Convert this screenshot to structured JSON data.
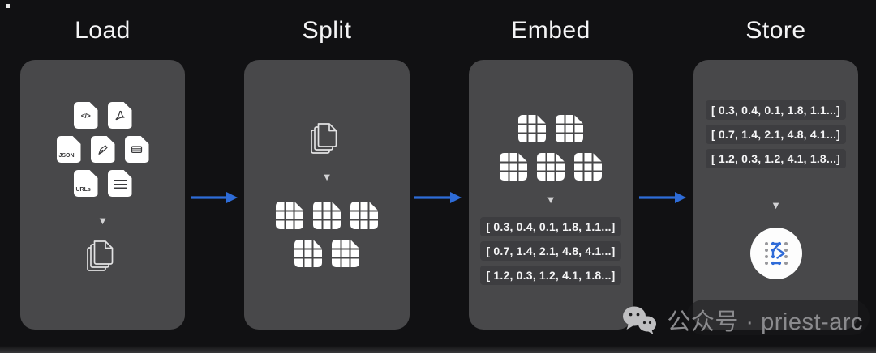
{
  "stages": [
    {
      "title": "Load"
    },
    {
      "title": "Split"
    },
    {
      "title": "Embed"
    },
    {
      "title": "Store"
    }
  ],
  "load_panel": {
    "doc_labels": {
      "code": "</>",
      "json": "JSON",
      "urls": "URLs"
    }
  },
  "down_triangle": "▼",
  "vectors": {
    "v1": "[ 0.3, 0.4, 0.1, 1.8, 1.1...]",
    "v2": "[ 0.7, 1.4, 2.1, 4.8, 4.1...]",
    "v3": "[ 1.2, 0.3, 1.2, 4.1, 1.8...]"
  },
  "watermark": {
    "text": "公众号 · priest-arc"
  },
  "colors": {
    "background": "#111113",
    "panel": "#48484a",
    "vector_chip": "#3d3d40",
    "arrow_blue": "#2e6cd8",
    "store_icon_blue": "#2f6bd8",
    "title_text": "#f4f4f5"
  }
}
